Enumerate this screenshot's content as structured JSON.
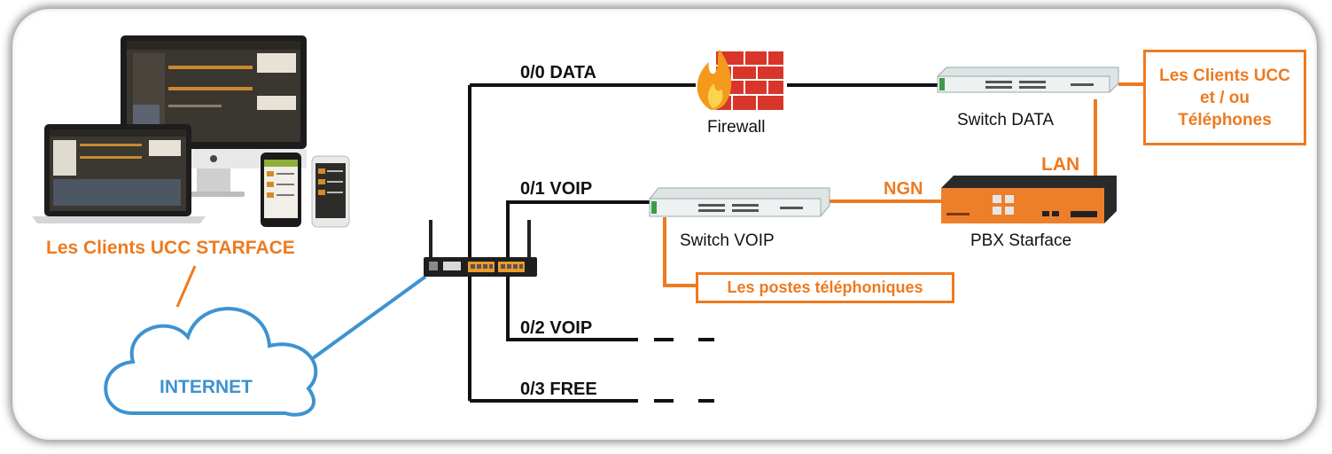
{
  "ports": {
    "p0": "0/0 DATA",
    "p1": "0/1 VOIP",
    "p2": "0/2 VOIP",
    "p3": "0/3 FREE"
  },
  "devices": {
    "firewall": "Firewall",
    "switch_data": "Switch DATA",
    "switch_voip": "Switch VOIP",
    "pbx": "PBX Starface"
  },
  "links": {
    "lan": "LAN",
    "ngn": "NGN"
  },
  "boxes": {
    "clients_line1": "Les Clients UCC",
    "clients_line2": "et / ou",
    "clients_line3": "Téléphones",
    "postes": "Les postes téléphoniques"
  },
  "clients_ucc_label": "Les Clients UCC STARFACE",
  "internet_label": "INTERNET",
  "colors": {
    "orange": "#ee7a1f",
    "blue": "#3d93d1",
    "line": "#111111"
  }
}
